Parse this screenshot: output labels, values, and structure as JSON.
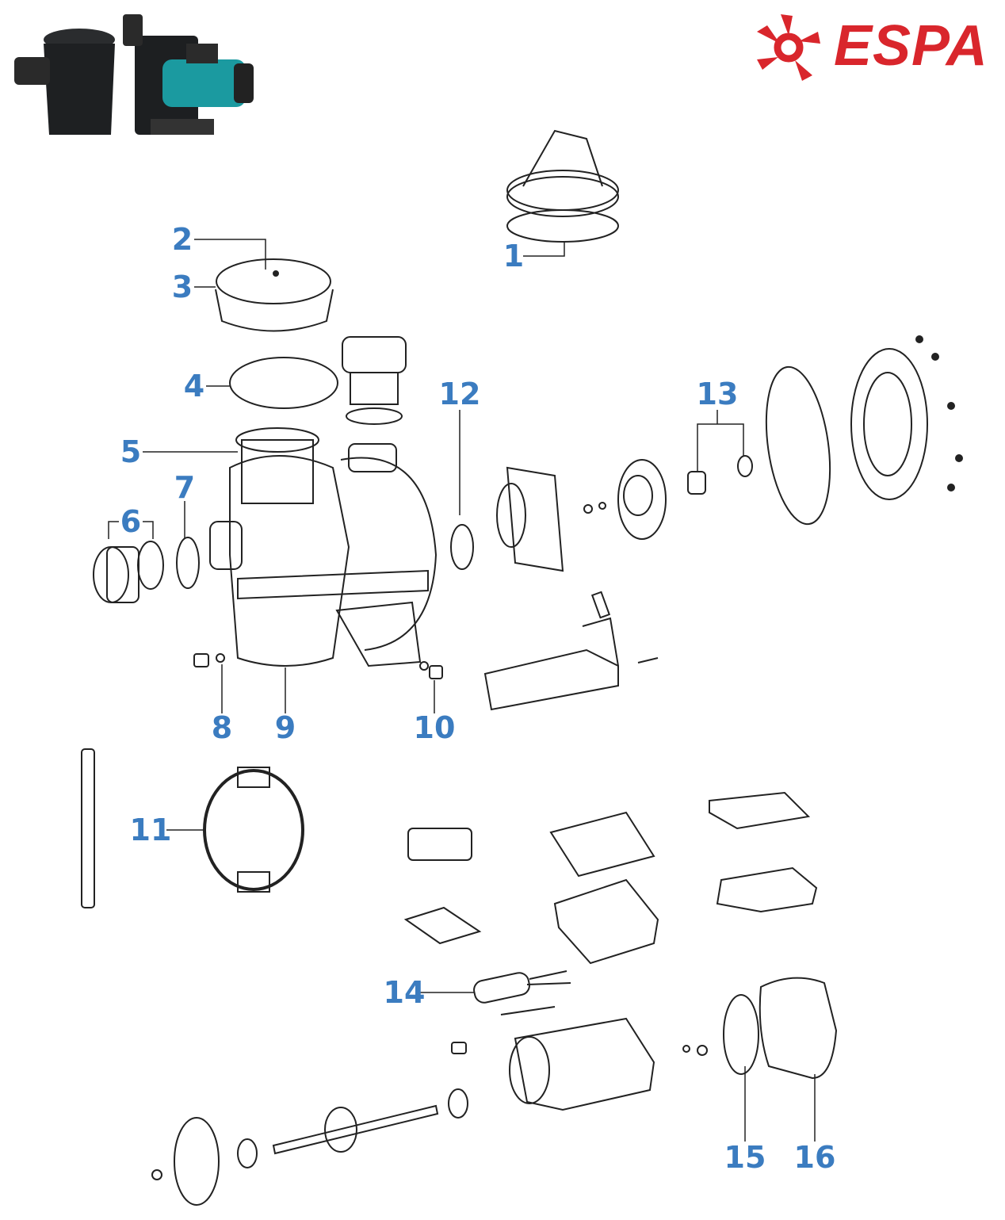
{
  "brand": {
    "logo_text": "ESPA",
    "color": "#d9262c"
  },
  "label_color": "#3b7cc0",
  "part_labels": [
    "1",
    "2",
    "3",
    "4",
    "5",
    "6",
    "7",
    "8",
    "9",
    "10",
    "11",
    "12",
    "13",
    "14",
    "15",
    "16"
  ]
}
